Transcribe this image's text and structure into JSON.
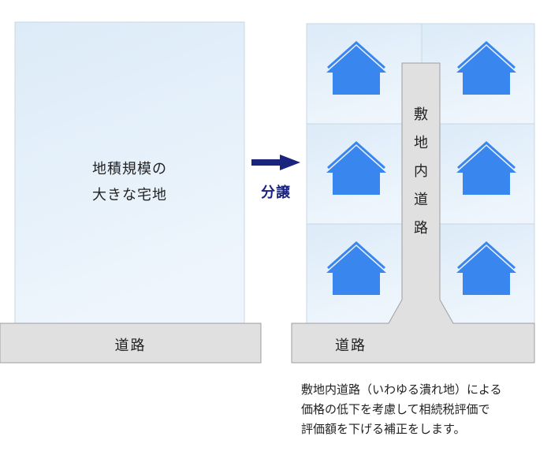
{
  "left": {
    "lot_label_line1": "地積規模の",
    "lot_label_line2": "大きな宅地",
    "road_label": "道路"
  },
  "arrow": {
    "label": "分譲"
  },
  "right": {
    "private_road_chars": [
      "敷",
      "地",
      "内",
      "道",
      "路"
    ],
    "road_label": "道路",
    "house_icon_count": 6
  },
  "note": {
    "line1": "敷地内道路（いわゆる潰れ地）による",
    "line2": "価格の低下を考慮して相続税評価で",
    "line3": "評価額を下げる補正をします。"
  },
  "colors": {
    "lot_fill_top": "#dcebf8",
    "lot_fill_bottom": "#eef5fc",
    "lot_border": "#c9d7e3",
    "road_fill": "#e0e0e0",
    "road_border": "#9e9e9e",
    "house_fill": "#3a86ef",
    "arrow_fill": "#1a237e"
  }
}
